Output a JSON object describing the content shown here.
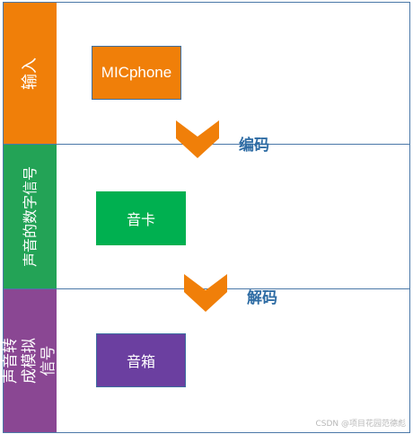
{
  "lanes": {
    "input": {
      "label": "输入",
      "color": "#f07f09"
    },
    "digital": {
      "label": "声音的数字信号",
      "color": "#23a356"
    },
    "analog": {
      "label": "声音转成模拟信号",
      "color": "#8a4793"
    }
  },
  "nodes": {
    "mic": {
      "label": "MICphone",
      "color": "#f07f09"
    },
    "sound_card": {
      "label": "音卡",
      "color": "#00b050"
    },
    "speaker": {
      "label": "音箱",
      "color": "#6b3fa0"
    }
  },
  "arrows": {
    "encode": {
      "label": "编码",
      "color": "#f07f09"
    },
    "decode": {
      "label": "解码",
      "color": "#f07f09"
    }
  },
  "watermark": "CSDN @项目花园范德彪"
}
